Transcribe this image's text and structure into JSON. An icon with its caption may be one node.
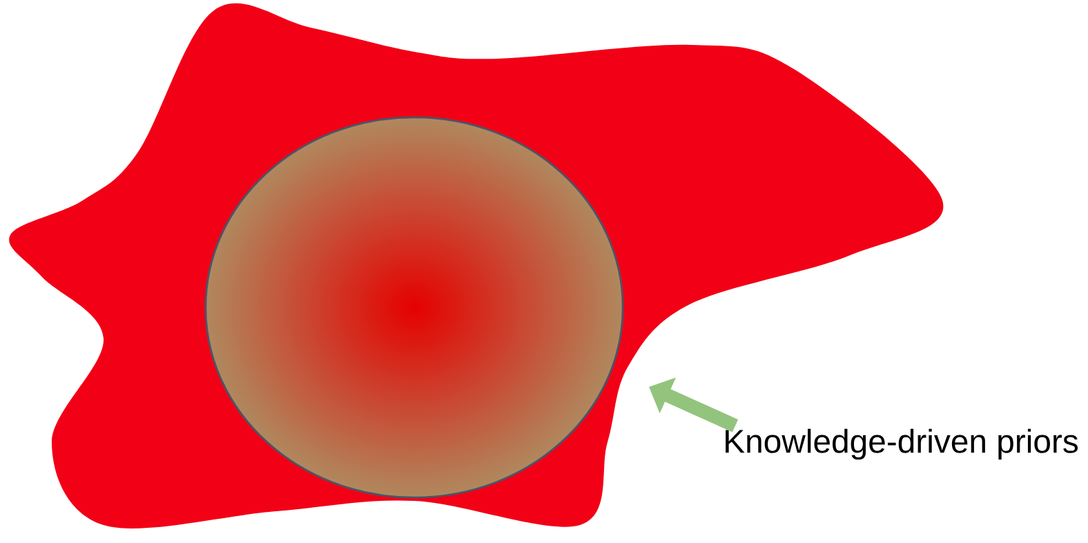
{
  "diagram": {
    "nodes": [
      {
        "text": [],
        "shape": "cloud"
      },
      {
        "text": [],
        "shape": "circle",
        "in": 0
      },
      {
        "text": [
          "Knowledge-driven priors"
        ]
      }
    ],
    "edges": [
      {
        "from": 2,
        "to": 0,
        "arrow": "to"
      }
    ]
  }
}
